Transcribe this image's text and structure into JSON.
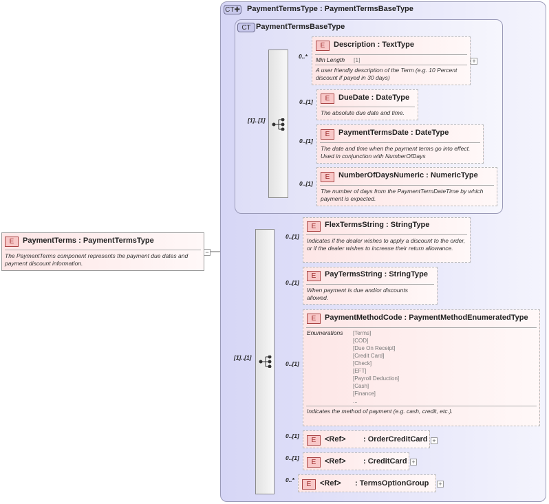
{
  "root": {
    "badge": "E",
    "title": "PaymentTerms : PaymentTermsType",
    "doc": "The PaymentTerms component represents the payment due dates and payment discount information.",
    "collapse": "−"
  },
  "outer_type": {
    "badge": "CT✚",
    "title": "PaymentTermsType : PaymentTermsBaseType"
  },
  "inner_type": {
    "badge": "CT",
    "title": "PaymentTermsBaseType"
  },
  "seq1": {
    "cardinality": "[1]..[1]"
  },
  "seq2": {
    "cardinality": "[1]..[1]"
  },
  "elements": [
    {
      "badge": "E",
      "card": "0..*",
      "title": "Description : TextType",
      "facet_label": "Min Length",
      "facet_value": "[1]",
      "doc": "A user friendly description of the Term (e.g. 10 Percent discount if payed in 30 days)",
      "plus": "+"
    },
    {
      "badge": "E",
      "card": "0..[1]",
      "title": "DueDate : DateType",
      "doc": "The absolute due date and time."
    },
    {
      "badge": "E",
      "card": "0..[1]",
      "title": "PaymentTermsDate : DateType",
      "doc": "The date and time when the payment terms go into effect. Used in conjunction with NumberOfDays"
    },
    {
      "badge": "E",
      "card": "0..[1]",
      "title": "NumberOfDaysNumeric : NumericType",
      "doc": "The number of days from the PaymentTermDateTime by which payment is expected."
    },
    {
      "badge": "E",
      "card": "0..[1]",
      "title": "FlexTermsString : StringType",
      "doc": "Indicates if the dealer wishes to apply a discount to the order, or if the dealer wishes to increase their return allowance."
    },
    {
      "badge": "E",
      "card": "0..[1]",
      "title": "PayTermsString : StringType",
      "doc": "When payment is due and/or discounts allowed."
    },
    {
      "badge": "E",
      "card": "0..[1]",
      "title": "PaymentMethodCode : PaymentMethodEnumeratedType",
      "enum_label": "Enumerations",
      "enums": [
        "[Terms]",
        "[COD]",
        "[Due On Receipt]",
        "[Credit Card]",
        "[Check]",
        "[EFT]",
        "[Payroll Deduction]",
        "[Cash]",
        "[Finance]",
        "..."
      ],
      "doc": "Indicates the method of payment (e.g. cash, credit, etc.)."
    },
    {
      "badge": "E",
      "card": "0..[1]",
      "ref": "<Ref>",
      "title": ": OrderCreditCard",
      "plus": "+"
    },
    {
      "badge": "E",
      "card": "0..[1]",
      "ref": "<Ref>",
      "title": ": CreditCard",
      "plus": "+"
    },
    {
      "badge": "E",
      "card": "0..*",
      "ref": "<Ref>",
      "title": ": TermsOptionGroup",
      "plus": "+"
    }
  ]
}
